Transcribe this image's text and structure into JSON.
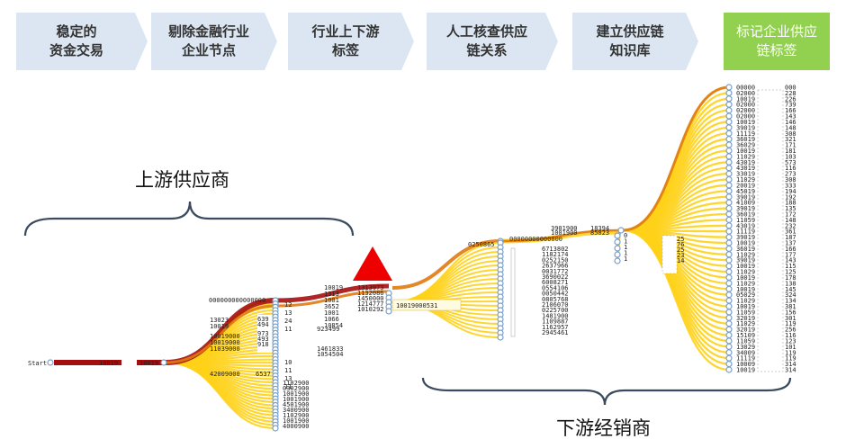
{
  "colors": {
    "step_bg": "#dce6f2",
    "step_highlight_bg": "#92d050",
    "step_text": "#333333",
    "flow_yellow": "#ffd21a",
    "flow_red": "#a50e0e",
    "flow_orange": "#e07a10",
    "marker_red": "#ee0000",
    "node_stroke": "#7a9fc7"
  },
  "steps": [
    {
      "label": "稳定的\n资金交易",
      "highlight": false
    },
    {
      "label": "剔除金融行业\n企业节点",
      "highlight": false
    },
    {
      "label": "行业上下游\n标签",
      "highlight": false
    },
    {
      "label": "人工核查供应\n链关系",
      "highlight": false
    },
    {
      "label": "建立供应链\n知识库",
      "highlight": false
    },
    {
      "label": "标记企业供应\n链标签",
      "highlight": true
    }
  ],
  "labels": {
    "upstream": "上游供应商",
    "downstream": "下游经销商",
    "start": "Start",
    "selected_node": "10019000531"
  },
  "node_labels": {
    "start_bar": [
      "10019",
      "10019"
    ],
    "cluster_a_top": "000000000000000",
    "cluster_a_left": [
      "13023",
      "10019",
      "10019000",
      "10019000",
      "11039000"
    ],
    "cluster_a_mid": [
      "639",
      "494",
      "973",
      "493",
      "918"
    ],
    "cluster_a_right": [
      "12",
      "13",
      "24",
      "11",
      "10",
      "11",
      "13",
      "11"
    ],
    "cluster_a_values": [
      "923499",
      "1461833",
      "1054504"
    ],
    "cluster_a_low": "42009000",
    "cluster_a_low_mid": "6537",
    "cluster_a_bottom": [
      "1102900",
      "0302900",
      "1001900",
      "1001900",
      "4501900",
      "3400900",
      "1102900",
      "1001900",
      "4000900"
    ],
    "hub_right": [
      "10019",
      "1313",
      "1001",
      "3652",
      "1001",
      "1066",
      "10854"
    ],
    "red_cluster": [
      "1313973",
      "1132086",
      "1450000",
      "1214777",
      "1010292"
    ],
    "downstream_top": [
      "0250865",
      "00000000000000"
    ],
    "downstream_right": [
      "6713802",
      "1182174",
      "0252150",
      "2637966",
      "0031772",
      "3690022",
      "6008271",
      "0554106",
      "0050442",
      "0805768",
      "2106070",
      "0225700",
      "1481900",
      "1109887",
      "1162957",
      "2945461"
    ],
    "mid_top": [
      "3901900",
      "1001900",
      "18394",
      "85023"
    ],
    "mid_small": [
      "0",
      "1",
      "1",
      "1",
      "1"
    ],
    "mid_num": [
      "25",
      "76",
      "25",
      "23",
      "14"
    ],
    "final_left": [
      "00000",
      "02000",
      "10019",
      "02000",
      "02000",
      "02000",
      "10019",
      "39019",
      "11119",
      "36019",
      "36029",
      "10019",
      "11029",
      "43019",
      "43019",
      "33019",
      "11029",
      "20019",
      "45019",
      "39019",
      "41009",
      "39019",
      "36019",
      "11059",
      "43019",
      "11119",
      "39019",
      "10019",
      "36019",
      "11029",
      "39019",
      "10019",
      "11029",
      "10019",
      "11029",
      "10019",
      "05029",
      "11029",
      "10019",
      "11059",
      "32019",
      "11029",
      "32019",
      "15109",
      "11059",
      "13029",
      "34009",
      "11119",
      "10009",
      "10019"
    ],
    "final_right": [
      "000",
      "228",
      "226",
      "739",
      "166",
      "143",
      "146",
      "148",
      "308",
      "321",
      "171",
      "181",
      "103",
      "573",
      "116",
      "273",
      "308",
      "333",
      "194",
      "192",
      "188",
      "135",
      "172",
      "148",
      "232",
      "361",
      "187",
      "137",
      "166",
      "177",
      "143",
      "115",
      "125",
      "178",
      "138",
      "145",
      "324",
      "134",
      "381",
      "156",
      "301",
      "119",
      "256",
      "116",
      "123",
      "101",
      "119",
      "119",
      "314",
      "314"
    ]
  }
}
